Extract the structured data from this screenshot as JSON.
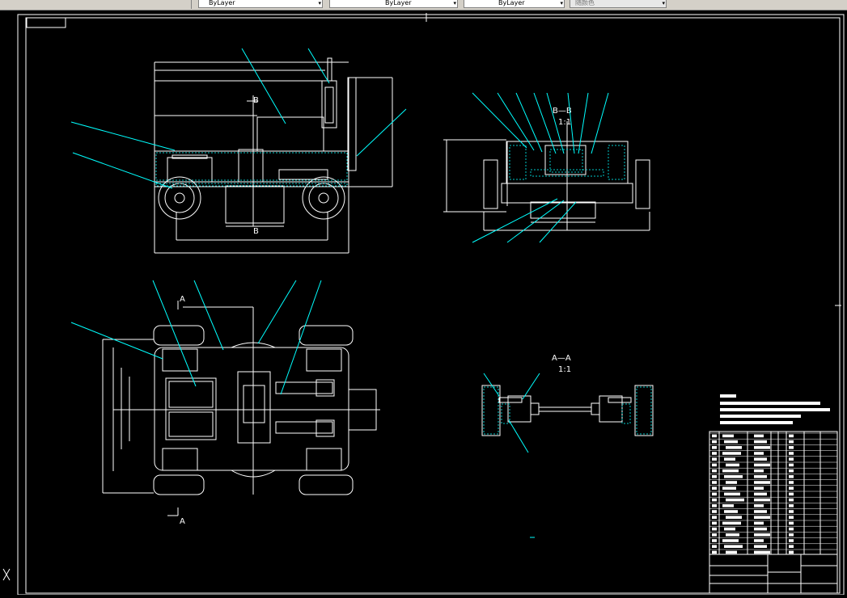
{
  "toolbar": {
    "layer_value": "ByLayer",
    "linetype_value": "ByLayer",
    "lineweight_value": "ByLayer",
    "plotstyle_value": "随颜色"
  },
  "drawing": {
    "section_bb_label": "B—B",
    "section_bb_scale": "1:1",
    "section_aa_label": "A—A",
    "section_aa_scale": "1:1",
    "cut_label_b": "B",
    "cut_label_a": "A"
  },
  "colors": {
    "background": "#000000",
    "outline": "#ffffff",
    "leader": "#00ffff",
    "hatch": "#00c8c8"
  }
}
